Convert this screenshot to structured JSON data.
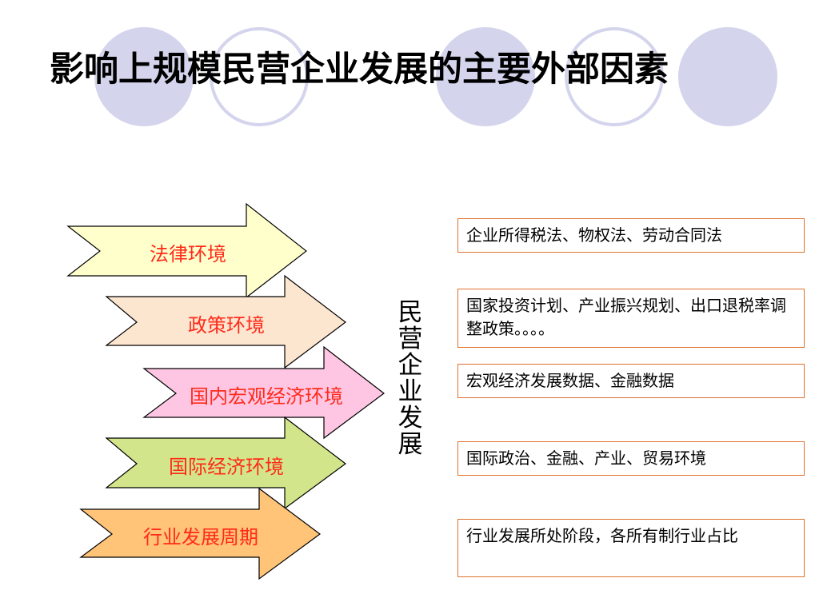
{
  "title": "影响上规模民营企业发展的主要外部因素",
  "center_label": [
    "民",
    "营",
    "企",
    "业",
    "发",
    "展"
  ],
  "factors": [
    {
      "label": "法律环境",
      "color": "#ffffcc"
    },
    {
      "label": "政策环境",
      "color": "#fde6cf"
    },
    {
      "label": "国内宏观经济环境",
      "color": "#ffc6e4"
    },
    {
      "label": "国际经济环境",
      "color": "#d2e58a"
    },
    {
      "label": "行业发展周期",
      "color": "#ffc478"
    }
  ],
  "details": [
    "企业所得税法、物权法、劳动合同法",
    "国家投资计划、产业振兴规划、出口退税率调整政策。。。。",
    "宏观经济发展数据、金融数据",
    "国际政治、金融、产业、贸易环境",
    "行业发展所处阶段，各所有制行业占比"
  ],
  "colors": {
    "circle_fill": "#d4d4ed",
    "circle_ring": "#d4d4ed",
    "arrow_label": "#ff2a1a",
    "box_border": "#e0722f"
  }
}
